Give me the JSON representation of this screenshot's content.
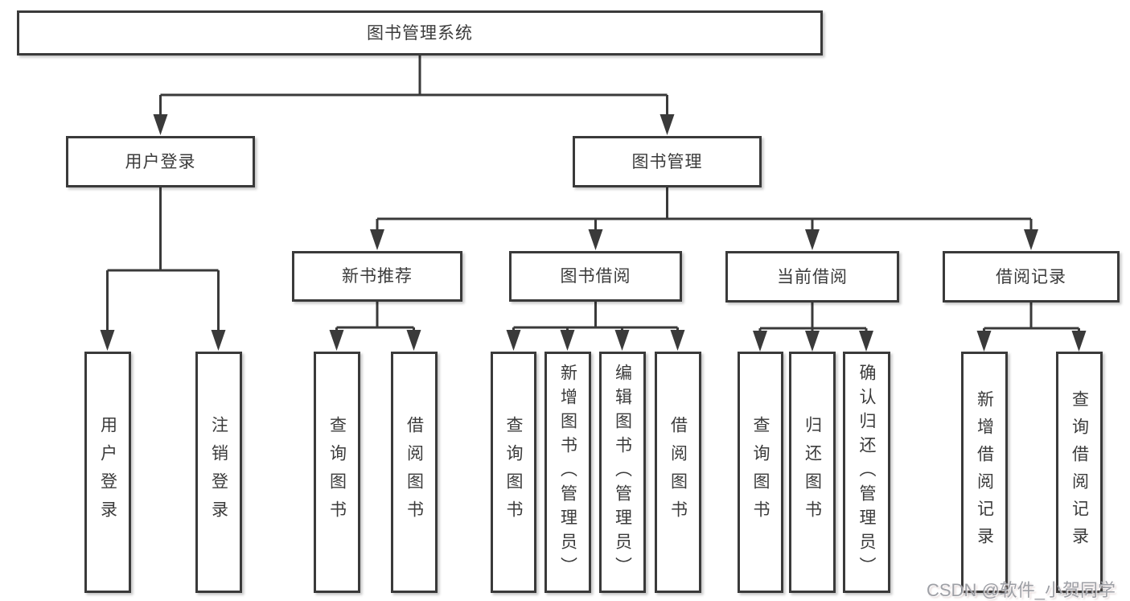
{
  "diagram": {
    "type": "hierarchy-flowchart",
    "colors": {
      "line": "#3a3a3a",
      "box_border": "#3a3a3a",
      "box_background": "#ffffff",
      "text": "#3b3b3b",
      "watermark_text_color": "#96989e"
    },
    "tree": {
      "label": "图书管理系统",
      "children": [
        {
          "label": "用户登录",
          "children": [
            {
              "label": "用户登录"
            },
            {
              "label": "注销登录"
            }
          ]
        },
        {
          "label": "图书管理",
          "children": [
            {
              "label": "新书推荐",
              "children": [
                {
                  "label": "查询图书"
                },
                {
                  "label": "借阅图书"
                }
              ]
            },
            {
              "label": "图书借阅",
              "children": [
                {
                  "label": "查询图书"
                },
                {
                  "label": "新增图书（管理员）"
                },
                {
                  "label": "编辑图书（管理员）"
                },
                {
                  "label": "借阅图书"
                }
              ]
            },
            {
              "label": "当前借阅",
              "children": [
                {
                  "label": "查询图书"
                },
                {
                  "label": "归还图书"
                },
                {
                  "label": "确认归还（管理员）"
                }
              ]
            },
            {
              "label": "借阅记录",
              "children": [
                {
                  "label": "新增借阅记录"
                },
                {
                  "label": "查询借阅记录"
                }
              ]
            }
          ]
        }
      ]
    }
  },
  "watermark": {
    "text": "CSDN @软件_小贺同学"
  }
}
